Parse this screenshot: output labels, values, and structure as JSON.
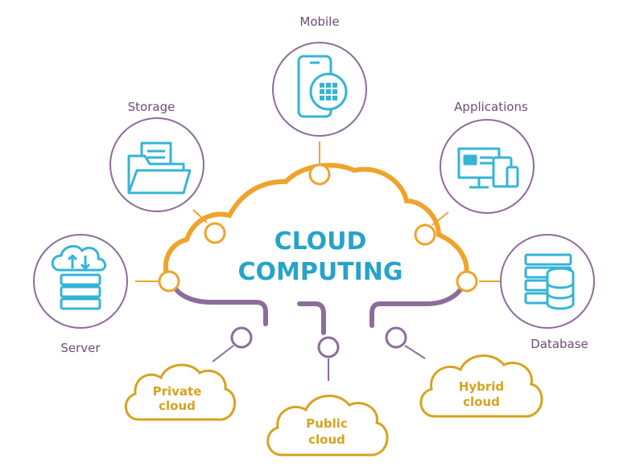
{
  "title": {
    "line1": "CLOUD",
    "line2": "COMPUTING"
  },
  "services": {
    "mobile": {
      "label": "Mobile",
      "icon": "mobile-icon"
    },
    "storage": {
      "label": "Storage",
      "icon": "folder-icon"
    },
    "applications": {
      "label": "Applications",
      "icon": "applications-icon"
    },
    "server": {
      "label": "Server",
      "icon": "server-icon"
    },
    "database": {
      "label": "Database",
      "icon": "database-icon"
    }
  },
  "cloud_types": {
    "private": {
      "line1": "Private",
      "line2": "cloud"
    },
    "public": {
      "line1": "Public",
      "line2": "cloud"
    },
    "hybrid": {
      "line1": "Hybrid",
      "line2": "cloud"
    }
  },
  "colors": {
    "orange": "#f0a32c",
    "purple": "#8c6d9a",
    "teal": "#27a3c9",
    "gold": "#d6a31e",
    "icon_teal": "#35b4d6"
  }
}
